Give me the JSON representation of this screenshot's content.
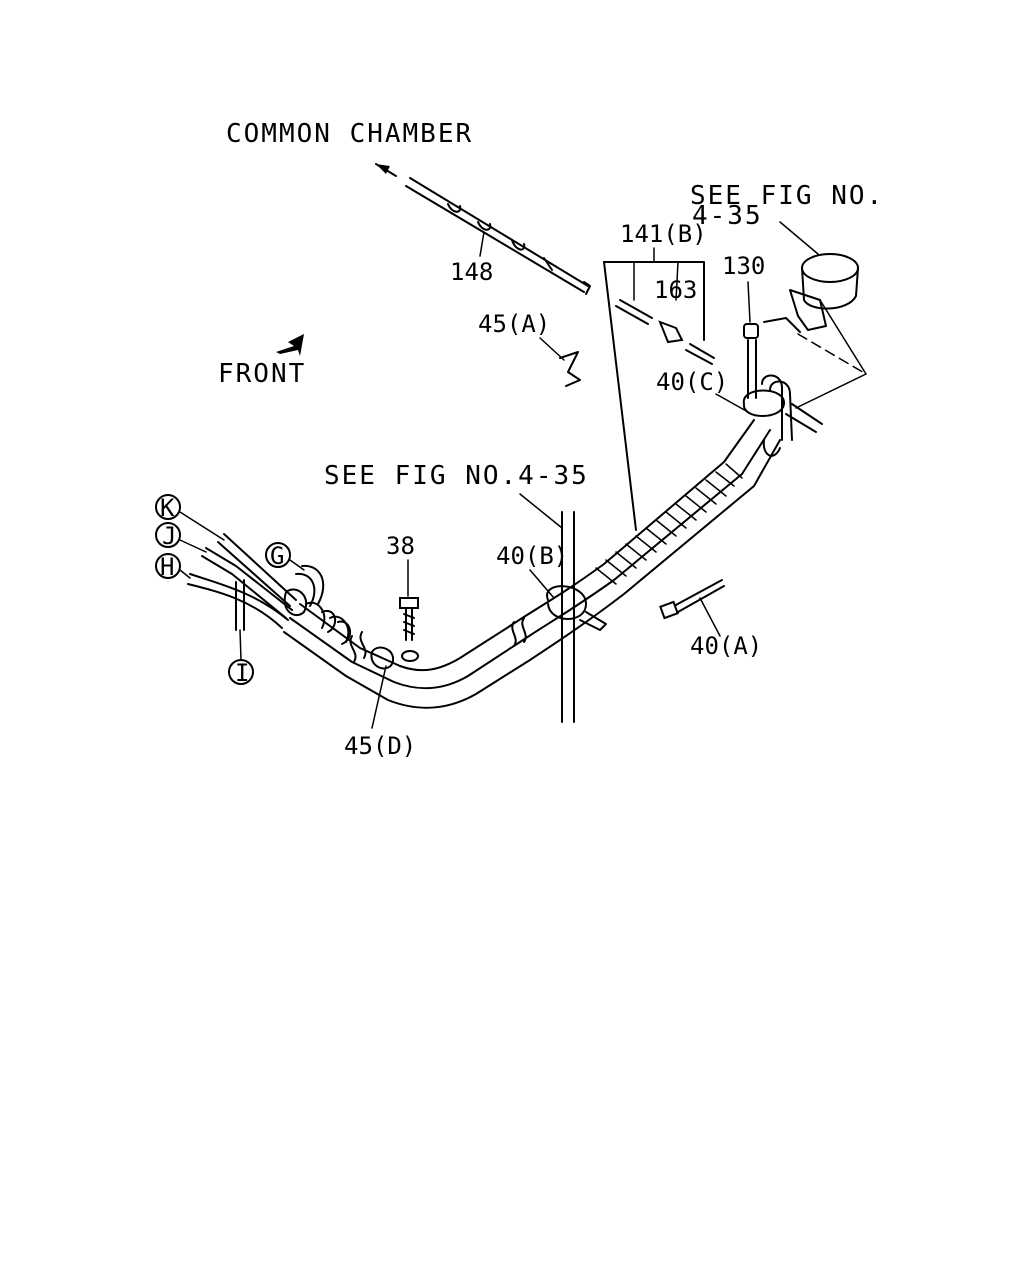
{
  "labels": {
    "common_chamber": "COMMON CHAMBER",
    "see_fig_top_line1": "SEE FIG NO.",
    "see_fig_top_line2": "4-35",
    "see_fig_mid": "SEE FIG NO.4-35",
    "front": "FRONT",
    "p148": "148",
    "p45a": "45(A)",
    "p141b": "141(B)",
    "p163": "163",
    "p130": "130",
    "p40c": "40(C)",
    "p40b": "40(B)",
    "p40a": "40(A)",
    "p38": "38",
    "p45d": "45(D)"
  },
  "callouts": {
    "k": "K",
    "j": "J",
    "h": "H",
    "g": "G",
    "i": "I"
  }
}
